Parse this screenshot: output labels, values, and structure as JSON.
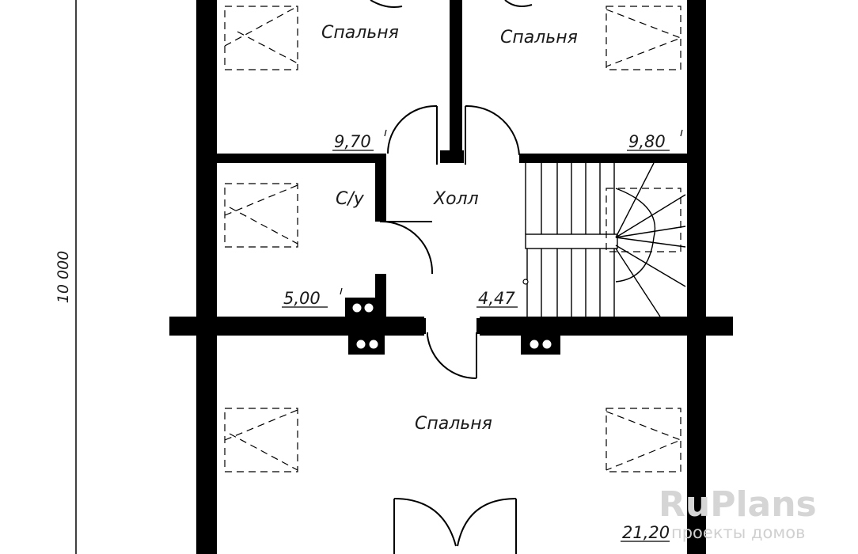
{
  "rooms": {
    "bedroom_top_left": "Спальня",
    "bedroom_top_right": "Спальня",
    "bathroom": "С/у",
    "hall": "Холл",
    "bedroom_bottom": "Спальня"
  },
  "areas": {
    "bedroom_top_left": "9,70",
    "bedroom_top_right": "9,80",
    "bathroom": "5,00",
    "hall": "4,47",
    "bedroom_bottom": "21,20"
  },
  "dimension": "10 000",
  "watermark": {
    "brand": "RuPlans",
    "tagline": "проекты домов"
  }
}
